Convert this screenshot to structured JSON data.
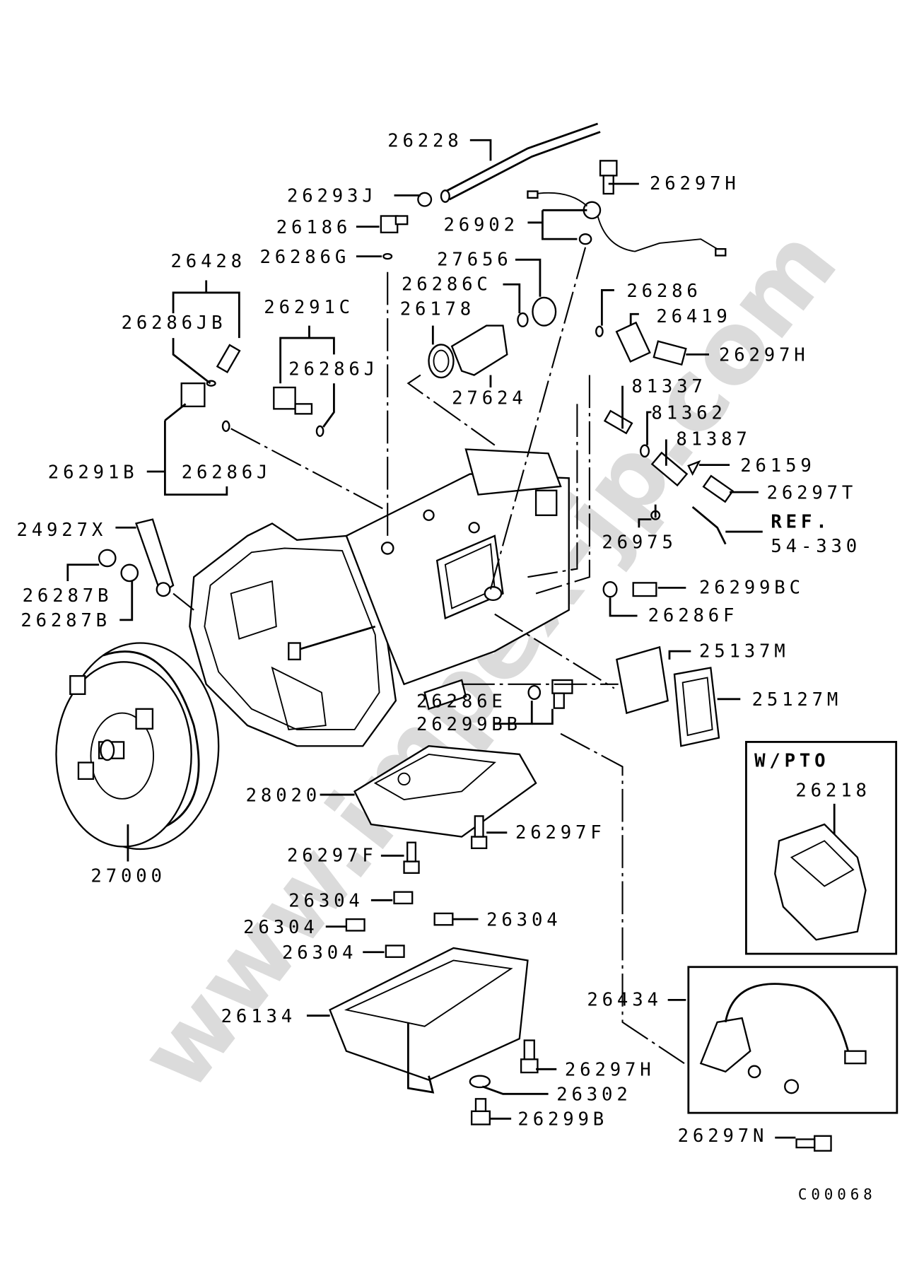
{
  "diagram_code": "C00068",
  "watermark": "www.impex-jp.com",
  "inset_pto": {
    "title": "W/PTO",
    "part": "26218"
  },
  "reference": {
    "label": "REF.",
    "value": "54-330"
  },
  "labels": [
    "26228",
    "26293J",
    "26186",
    "26286G",
    "26428",
    "26286JB",
    "26291C",
    "26286J",
    "26291B",
    "26286J",
    "24927X",
    "26287B",
    "26287B",
    "26902",
    "27656",
    "26286C",
    "26178",
    "27624",
    "26297H",
    "26286",
    "26419",
    "26297H",
    "81337",
    "81362",
    "81387",
    "26159",
    "26297T",
    "26975",
    "26299BC",
    "26286F",
    "25137M",
    "25127M",
    "26286E",
    "26299BB",
    "28020",
    "26297F",
    "26297F",
    "27000",
    "26304",
    "26304",
    "26304",
    "26304",
    "26434",
    "26134",
    "26297H",
    "26302",
    "26299B",
    "26297N"
  ]
}
